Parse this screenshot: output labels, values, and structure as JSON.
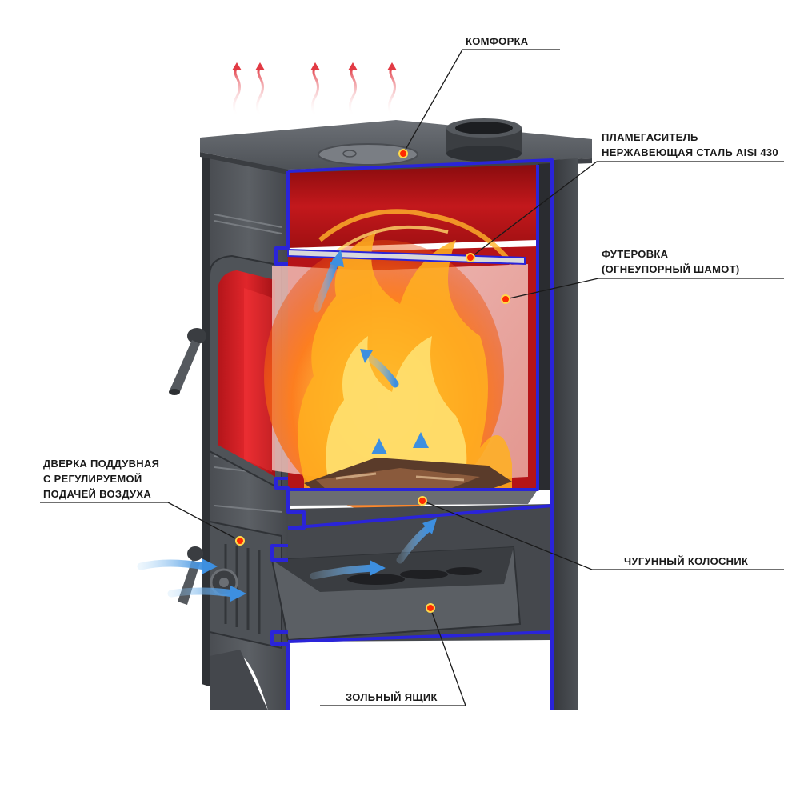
{
  "callouts": {
    "hotplate": {
      "lines": [
        "КОМФОРКА"
      ]
    },
    "flame_damper": {
      "lines": [
        "ПЛАМЕГАСИТЕЛЬ",
        "НЕРЖАВЕЮЩАЯ СТАЛЬ AISI 430"
      ]
    },
    "lining": {
      "lines": [
        "ФУТЕРОВКА",
        "(ОГНЕУПОРНЫЙ ШАМОТ)"
      ]
    },
    "ash_door": {
      "lines": [
        "ДВЕРКА ПОДДУВНАЯ",
        "С РЕГУЛИРУЕМОЙ",
        "ПОДАЧЕЙ ВОЗДУХА"
      ]
    },
    "grate": {
      "lines": [
        "ЧУГУННЫЙ КОЛОСНИК"
      ]
    },
    "ash_box": {
      "lines": [
        "ЗОЛЬНЫЙ ЯЩИК"
      ]
    }
  },
  "colors": {
    "body_dark": "#3d4044",
    "body_mid": "#55595e",
    "body_light": "#6e7278",
    "firebox_red": "#c0171b",
    "firebox_deep": "#7d0b0d",
    "section_outline": "#2a24d9",
    "flame_yellow": "#ffd23a",
    "flame_orange": "#ff8a10",
    "air_blue": "#5aa6e8",
    "heat_wave": "#e8454d",
    "leader_line": "#1a1a1a",
    "marker": "#ff2a00"
  }
}
